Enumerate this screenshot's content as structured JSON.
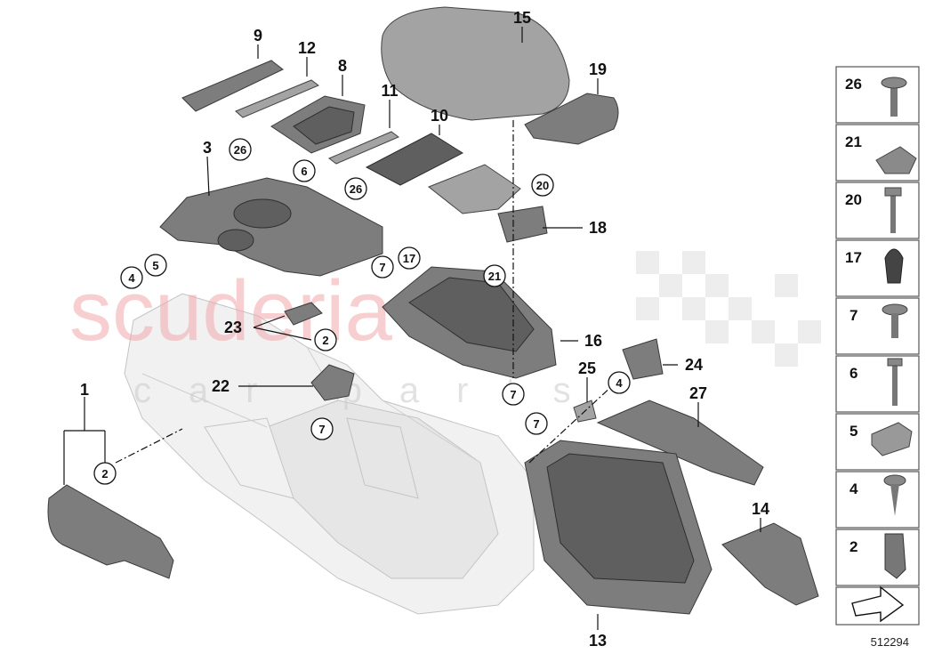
{
  "callouts": {
    "c1": "1",
    "c3": "3",
    "c8": "8",
    "c9": "9",
    "c10": "10",
    "c11": "11",
    "c12": "12",
    "c13": "13",
    "c14": "14",
    "c15": "15",
    "c16": "16",
    "c18": "18",
    "c19": "19",
    "c22": "22",
    "c23": "23",
    "c24": "24",
    "c25": "25",
    "c27": "27"
  },
  "circled": {
    "a26": "26",
    "b26": "26",
    "c6": "6",
    "c20": "20",
    "c17": "17",
    "c21": "21",
    "d4": "4",
    "d5": "5",
    "a7": "7",
    "b7": "7",
    "c7": "7",
    "d7": "7",
    "a2": "2",
    "b2": "2",
    "e4": "4"
  },
  "sidebar": {
    "items": [
      {
        "num": "26",
        "icon": "screw-icon"
      },
      {
        "num": "21",
        "icon": "clip-icon"
      },
      {
        "num": "20",
        "icon": "bolt-icon"
      },
      {
        "num": "17",
        "icon": "rubber-buffer-icon"
      },
      {
        "num": "7",
        "icon": "flange-screw-icon"
      },
      {
        "num": "6",
        "icon": "long-bolt-icon"
      },
      {
        "num": "5",
        "icon": "nut-clip-icon"
      },
      {
        "num": "4",
        "icon": "self-tapping-screw-icon"
      },
      {
        "num": "2",
        "icon": "spring-clip-icon"
      }
    ],
    "nav_icon": "direction-arrow-icon"
  },
  "watermark": {
    "main": "scuderia",
    "sub": "car parts"
  },
  "reference": "512294",
  "colors": {
    "part": "#7d7d7d",
    "ghost": "#f1f1f1",
    "watermark": "#f2a8ad"
  }
}
